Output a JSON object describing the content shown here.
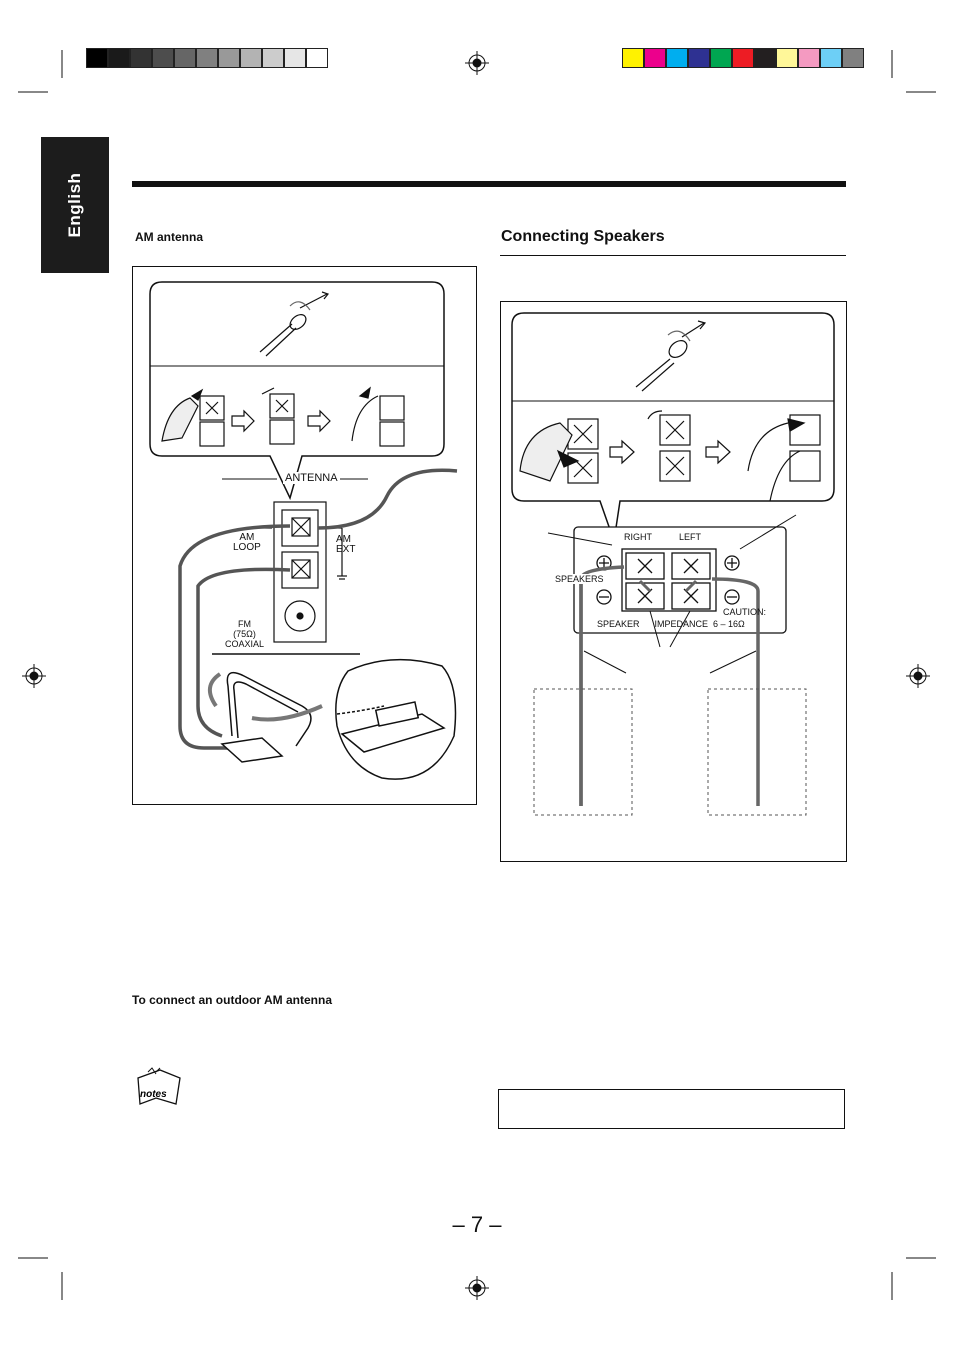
{
  "language_tab": "English",
  "color_bar": {
    "gray": [
      "#000000",
      "#1a1a1a",
      "#333333",
      "#4d4d4d",
      "#666666",
      "#808080",
      "#999999",
      "#b3b3b3",
      "#cccccc",
      "#e6e6e6",
      "#ffffff"
    ],
    "color": [
      "#fff200",
      "#ec008c",
      "#00aeef",
      "#2e3192",
      "#00a651",
      "#ed1c24",
      "#231f20",
      "#fff799",
      "#f49ac1",
      "#6dcff6",
      "#808080"
    ]
  },
  "left": {
    "heading": "AM antenna",
    "diagram": {
      "antenna_label": "ANTENNA",
      "am_loop": [
        "AM",
        "LOOP"
      ],
      "am_ext": [
        "AM",
        "EXT"
      ],
      "fm": [
        "FM",
        "(75Ω)",
        "COAXIAL"
      ]
    },
    "outdoor_heading": "To connect an outdoor AM antenna",
    "notes_icon_text": "notes"
  },
  "right": {
    "heading": "Connecting Speakers",
    "diagram": {
      "right_label": "RIGHT",
      "left_label": "LEFT",
      "speakers_label": "SPEAKERS",
      "speaker_impedance": "SPEAKER      IMPEDANCE  6 – 16Ω",
      "caution": "CAUTION:"
    }
  },
  "page_number": "– 7 –"
}
